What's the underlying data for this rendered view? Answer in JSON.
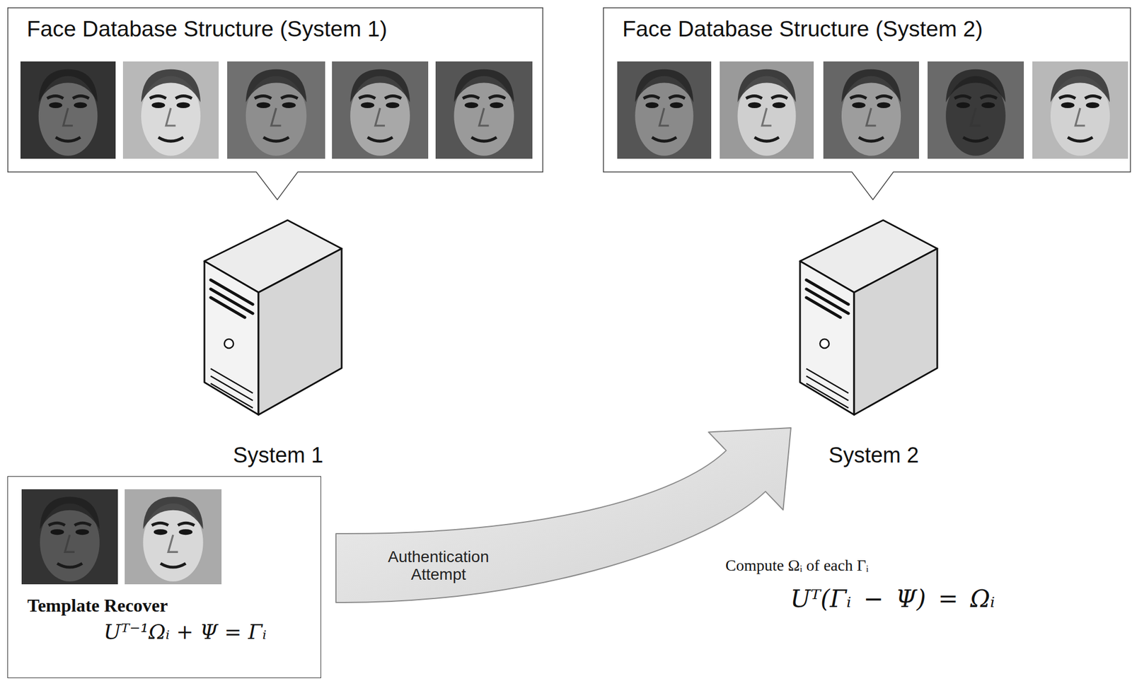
{
  "diagram": {
    "nodes": [
      {
        "text": [
          "Face Database Structure (System 1)"
        ]
      },
      {
        "text": [
          "Face Database Structure (System 2)"
        ]
      },
      {
        "text": [
          "System 1"
        ]
      },
      {
        "text": [
          "System 2"
        ]
      },
      {
        "text": [
          "Template Recover",
          "Uᵀ⁻¹Ωᵢ + Ψ = Γᵢ"
        ]
      }
    ],
    "edges": [
      {
        "from": 4,
        "to": 3,
        "arrow": "to",
        "label": "Authentication Attempt"
      }
    ],
    "labels": [
      "Compute Ωᵢ of each Γᵢ",
      "Uᵀ(Γᵢ − Ψ) = Ωᵢ"
    ]
  }
}
